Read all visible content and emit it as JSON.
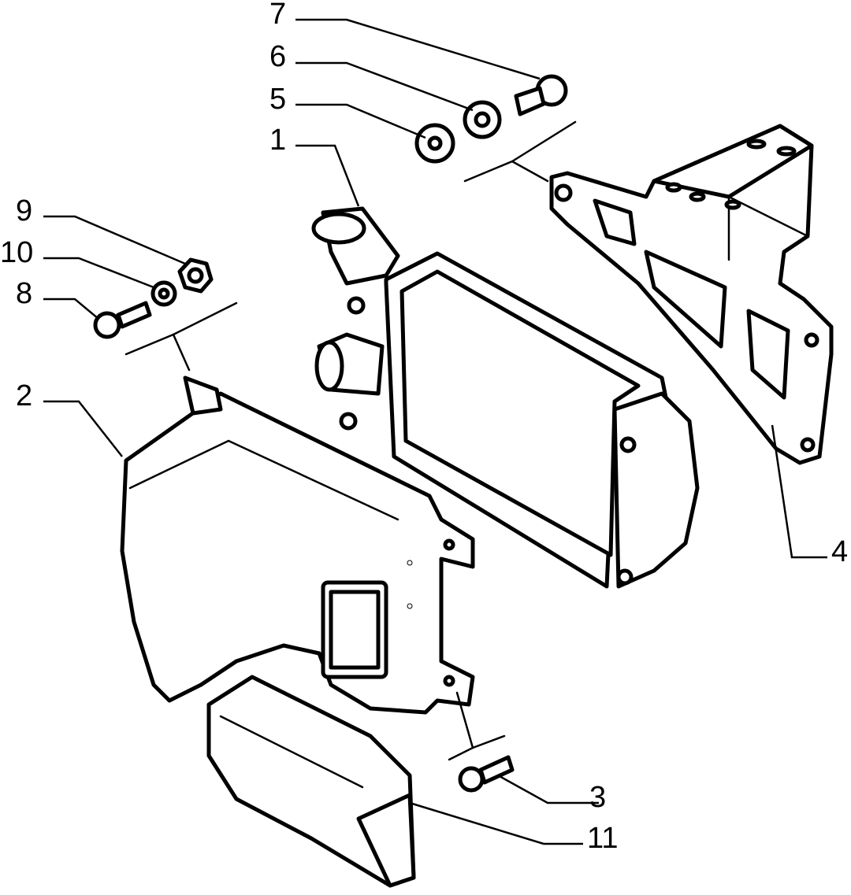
{
  "diagram": {
    "callouts": [
      {
        "id": "c7",
        "label": "7"
      },
      {
        "id": "c6",
        "label": "6"
      },
      {
        "id": "c5",
        "label": "5"
      },
      {
        "id": "c1",
        "label": "1"
      },
      {
        "id": "c9",
        "label": "9"
      },
      {
        "id": "c10",
        "label": "10"
      },
      {
        "id": "c8",
        "label": "8"
      },
      {
        "id": "c2",
        "label": "2"
      },
      {
        "id": "c4",
        "label": "4"
      },
      {
        "id": "c3",
        "label": "3"
      },
      {
        "id": "c11",
        "label": "11"
      }
    ]
  }
}
